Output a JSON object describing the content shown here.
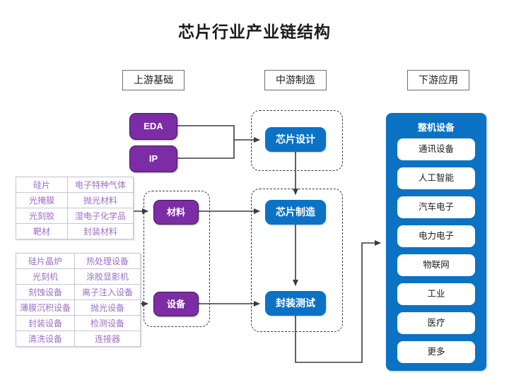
{
  "page": {
    "title": "芯片行业产业链结构",
    "accent_purple": "#7C2DA6",
    "accent_blue": "#0B72C4",
    "table_text_color": "#9B6FC4",
    "border_color": "#6F6F6F"
  },
  "stages": {
    "upstream": "上游基础",
    "midstream": "中游制造",
    "downstream": "下游应用"
  },
  "upstream": {
    "design_inputs": [
      {
        "label": "EDA"
      },
      {
        "label": "IP"
      }
    ],
    "material_node": "材料",
    "equipment_node": "设备",
    "material_table": {
      "rows": [
        [
          "硅片",
          "电子特种气体"
        ],
        [
          "光掩膜",
          "抛光材料"
        ],
        [
          "光刻胶",
          "湿电子化学品"
        ],
        [
          "靶材",
          "封装材料"
        ]
      ]
    },
    "equipment_table": {
      "rows": [
        [
          "硅片晶炉",
          "热处理设备"
        ],
        [
          "光刻机",
          "涂胶显影机"
        ],
        [
          "刻蚀设备",
          "离子注入设备"
        ],
        [
          "薄膜沉积设备",
          "抛光设备"
        ],
        [
          "封装设备",
          "检测设备"
        ],
        [
          "清洗设备",
          "连接器"
        ]
      ]
    }
  },
  "midstream": {
    "steps": [
      {
        "label": "芯片设计"
      },
      {
        "label": "芯片制造"
      },
      {
        "label": "封装测试"
      }
    ]
  },
  "downstream": {
    "panel_title": "整机设备",
    "items": [
      {
        "label": "通讯设备"
      },
      {
        "label": "人工智能"
      },
      {
        "label": "汽车电子"
      },
      {
        "label": "电力电子"
      },
      {
        "label": "物联网"
      },
      {
        "label": "工业"
      },
      {
        "label": "医疗"
      },
      {
        "label": "更多"
      }
    ]
  }
}
